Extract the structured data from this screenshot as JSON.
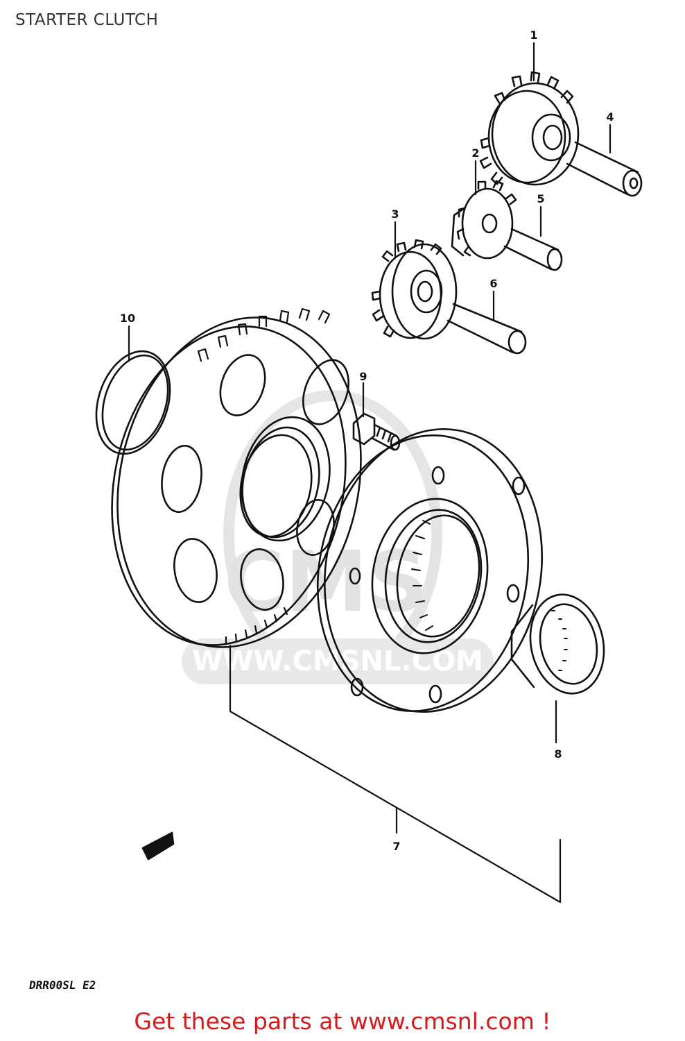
{
  "title": "STARTER CLUTCH",
  "watermark": {
    "brand": "CMS",
    "url": "WWW.CMSNL.COM"
  },
  "callouts": [
    "1",
    "2",
    "3",
    "4",
    "5",
    "6",
    "7",
    "8",
    "9",
    "10"
  ],
  "model_code": "DRR00SL E2",
  "footer": "Get these parts at www.cmsnl.com !",
  "colors": {
    "footer": "#d61a1a",
    "line": "#111111",
    "watermark": "#dcdcdc"
  }
}
